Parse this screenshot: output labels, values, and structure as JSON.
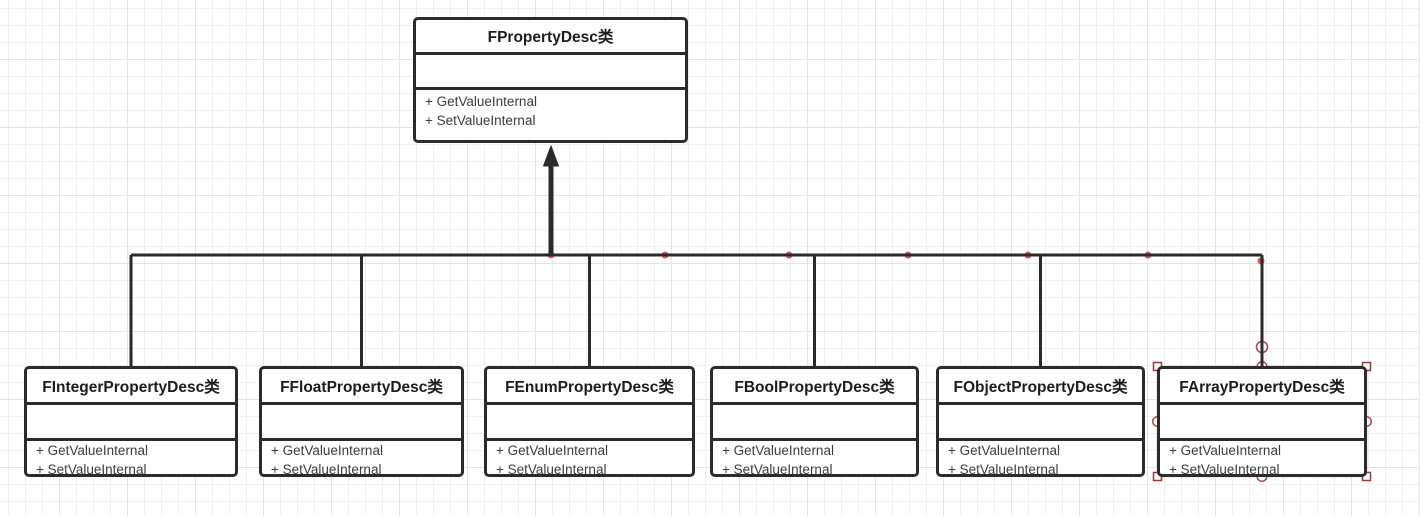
{
  "diagram_title": "UML inheritance diagram of FPropertyDesc classes",
  "colors": {
    "stroke": "#2b2b2b",
    "grid_minor": "#f0f0f2",
    "grid_major": "#e4e4e6",
    "waypoint_dot": "#e05757",
    "selection_outline": "#a84443",
    "handle_border": "#993839"
  },
  "classes": [
    {
      "title": "FPropertyDesc类",
      "methods": [
        "+ GetValueInternal",
        "+ SetValueInternal"
      ],
      "selected": false
    },
    {
      "title": "FIntegerPropertyDesc类",
      "methods": [
        "+ GetValueInternal",
        "+ SetValueInternal"
      ],
      "selected": false
    },
    {
      "title": "FFloatPropertyDesc类",
      "methods": [
        "+ GetValueInternal",
        "+ SetValueInternal"
      ],
      "selected": false
    },
    {
      "title": "FEnumPropertyDesc类",
      "methods": [
        "+ GetValueInternal",
        "+ SetValueInternal"
      ],
      "selected": false
    },
    {
      "title": "FBoolPropertyDesc类",
      "methods": [
        "+ GetValueInternal",
        "+ SetValueInternal"
      ],
      "selected": false
    },
    {
      "title": "FObjectPropertyDesc类",
      "methods": [
        "+ GetValueInternal",
        "+ SetValueInternal"
      ],
      "selected": false
    },
    {
      "title": "FArrayPropertyDesc类",
      "methods": [
        "+ GetValueInternal",
        "+ SetValueInternal"
      ],
      "selected": true
    }
  ],
  "relationship": "generalization (children inherit from FPropertyDesc类)"
}
